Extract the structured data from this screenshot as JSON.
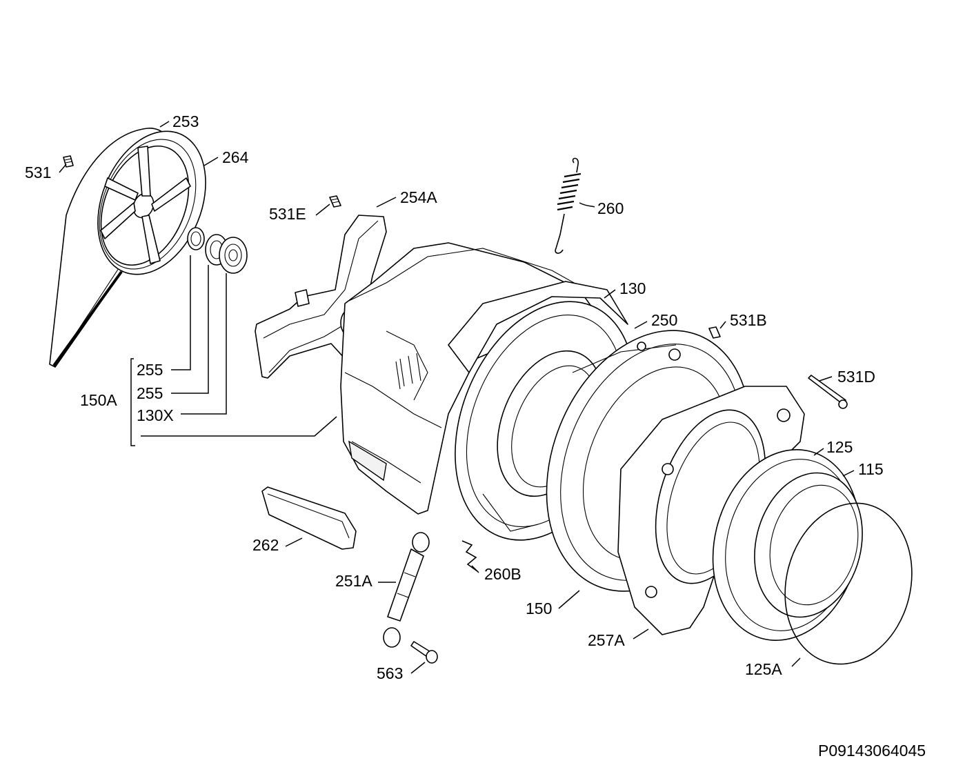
{
  "labels": {
    "p253": "253",
    "p264": "264",
    "p531": "531",
    "p531E": "531E",
    "p254A": "254A",
    "p260": "260",
    "p130": "130",
    "p250": "250",
    "p531B": "531B",
    "p531D": "531D",
    "p125": "125",
    "p115": "115",
    "p150A": "150A",
    "p255a": "255",
    "p255b": "255",
    "p130X": "130X",
    "p262": "262",
    "p251A": "251A",
    "p260B": "260B",
    "p150": "150",
    "p257A": "257A",
    "p125A": "125A",
    "p563": "563"
  },
  "drawing_code": "P09143064045"
}
